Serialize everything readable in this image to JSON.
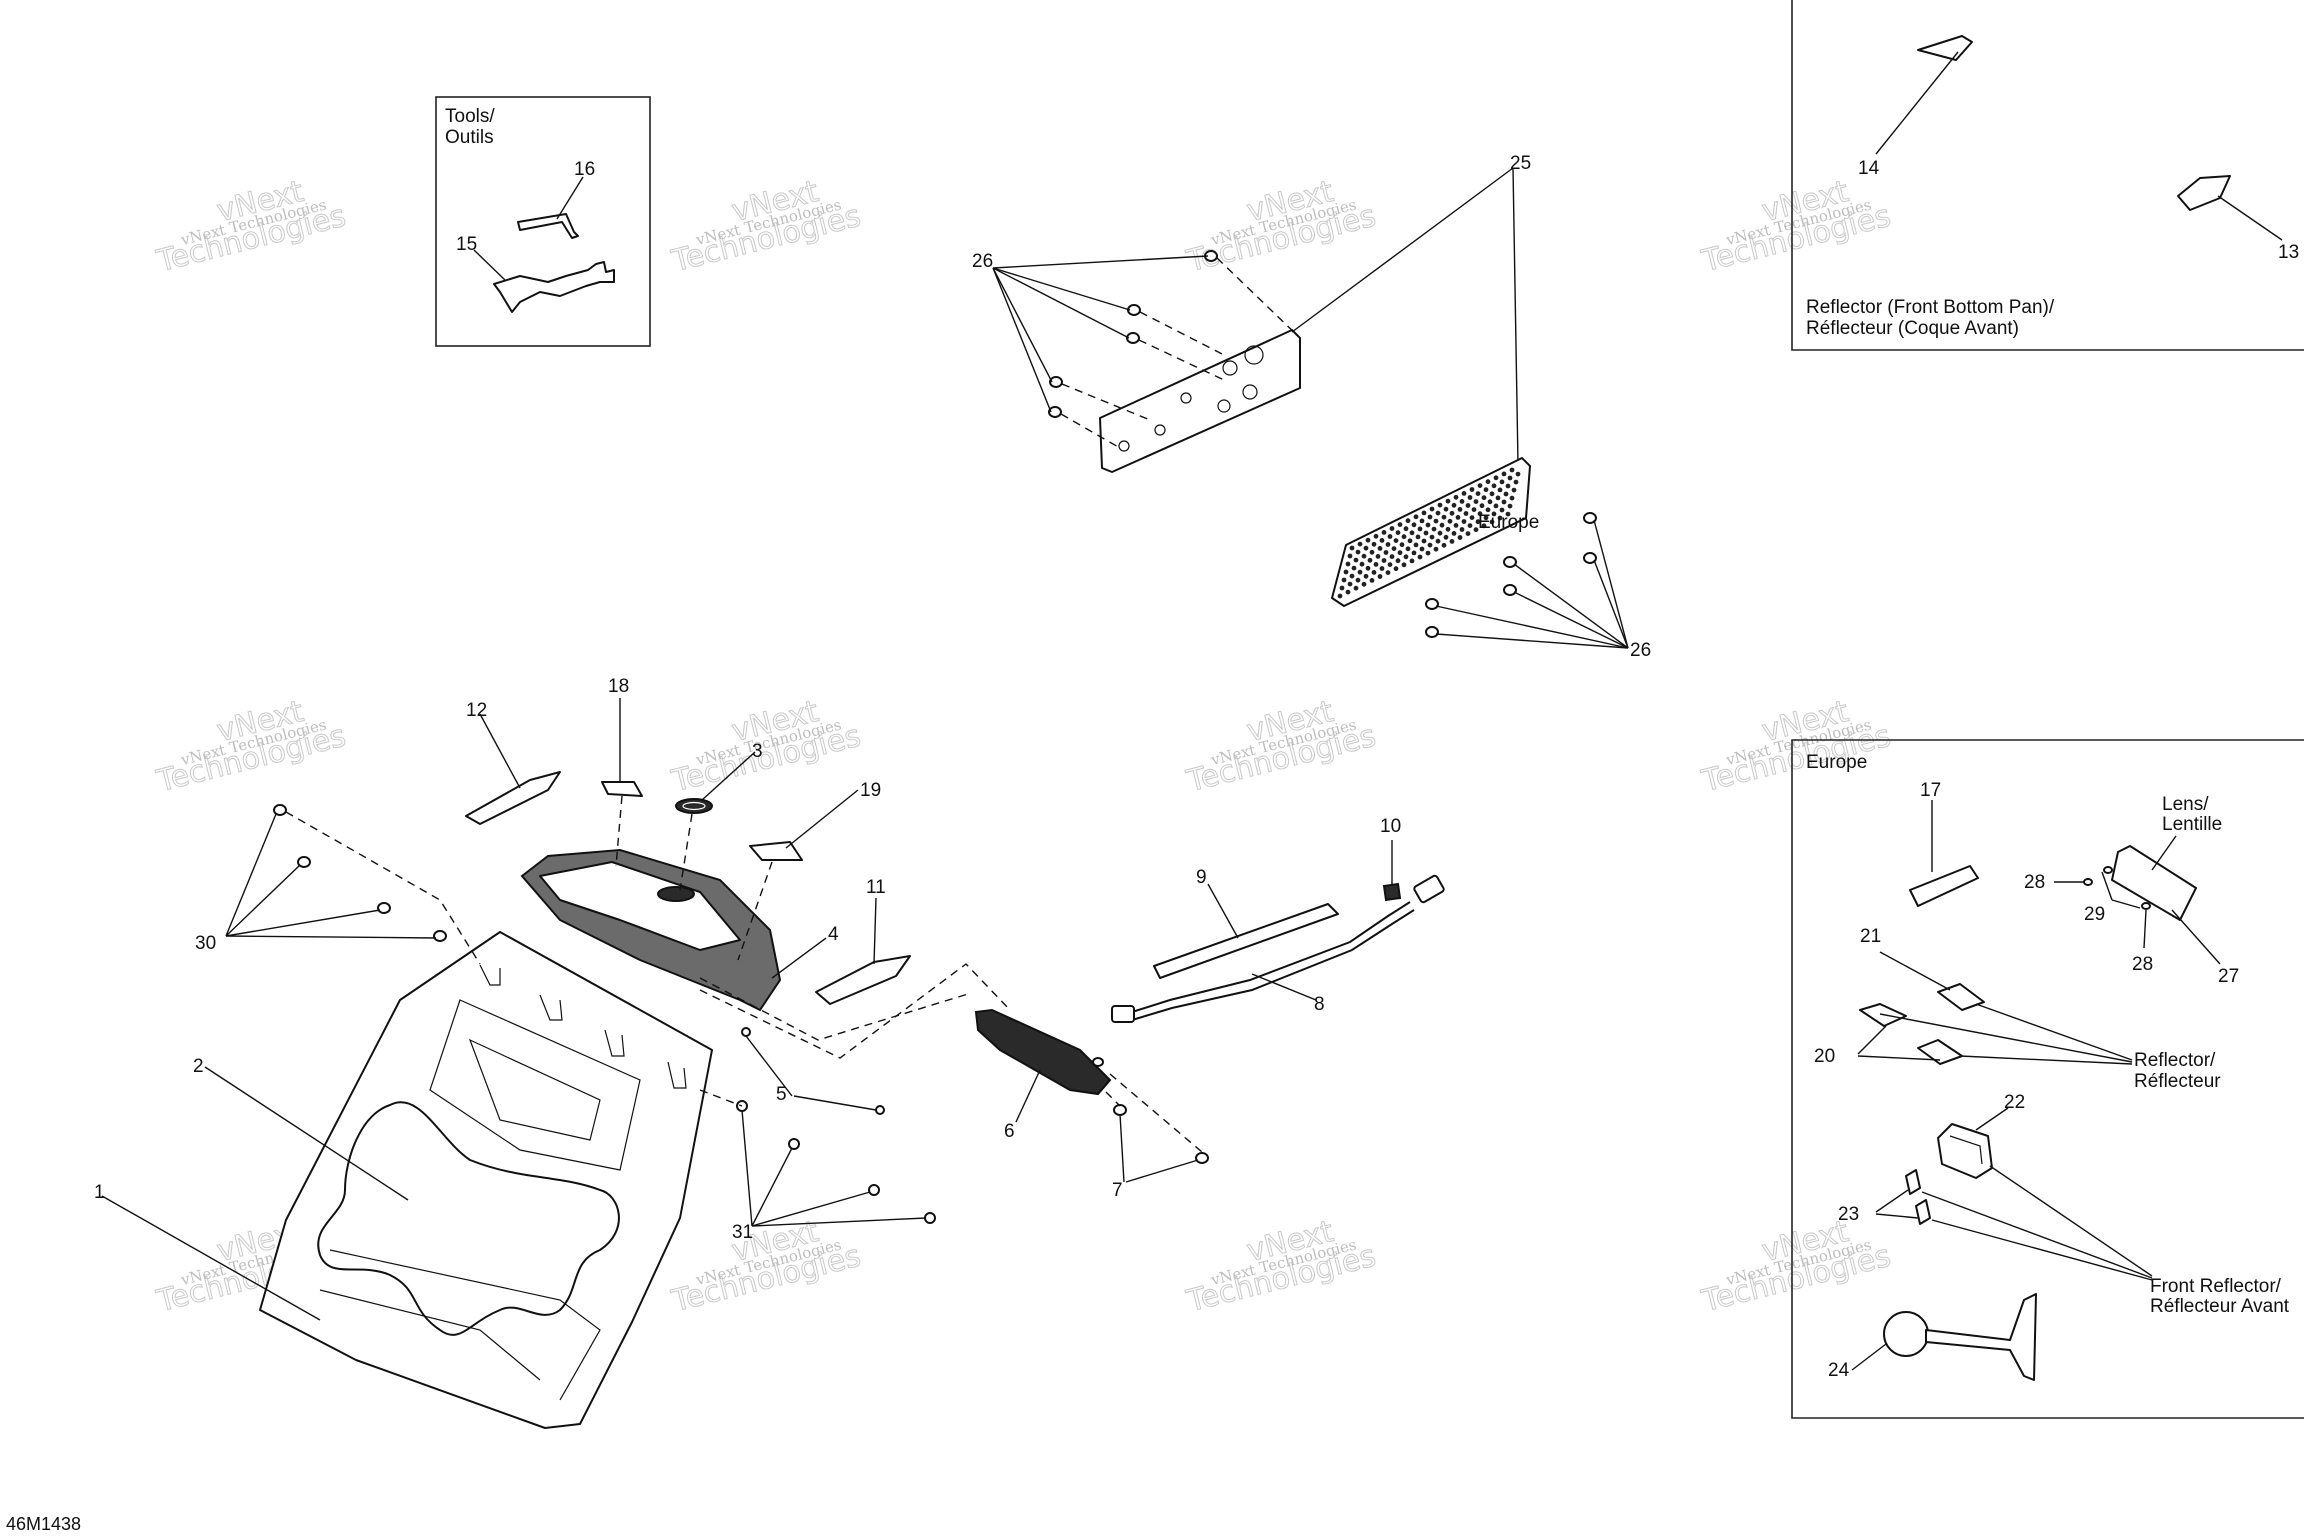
{
  "drawing_id": "46M1438",
  "watermark": {
    "line1": "vNext",
    "line2": "Technologies",
    "small": "vNext Technologies"
  },
  "boxes": {
    "tools": {
      "line1": "Tools/",
      "line2": "Outils"
    },
    "reflector_front_bottom": {
      "line1": "Reflector (Front Bottom Pan)/",
      "line2": "Réflecteur (Coque Avant)"
    },
    "europe_kit": {
      "title": "Europe"
    }
  },
  "labels": {
    "europe_plate": "Europe",
    "lens": {
      "line1": "Lens/",
      "line2": "Lentille"
    },
    "reflector": {
      "line1": "Reflector/",
      "line2": "Réflecteur"
    },
    "front_reflector": {
      "line1": "Front Reflector/",
      "line2": "Réflecteur Avant"
    }
  },
  "callouts": {
    "c1": "1",
    "c2": "2",
    "c3": "3",
    "c4": "4",
    "c5": "5",
    "c6": "6",
    "c7": "7",
    "c8": "8",
    "c9": "9",
    "c10": "10",
    "c11": "11",
    "c12": "12",
    "c13": "13",
    "c14": "14",
    "c15": "15",
    "c16": "16",
    "c17": "17",
    "c18": "18",
    "c19": "19",
    "c20": "20",
    "c21": "21",
    "c22": "22",
    "c23": "23",
    "c24": "24",
    "c25": "25",
    "c26a": "26",
    "c26b": "26",
    "c27": "27",
    "c28a": "28",
    "c28b": "28",
    "c29": "29",
    "c30": "30",
    "c31": "31"
  }
}
